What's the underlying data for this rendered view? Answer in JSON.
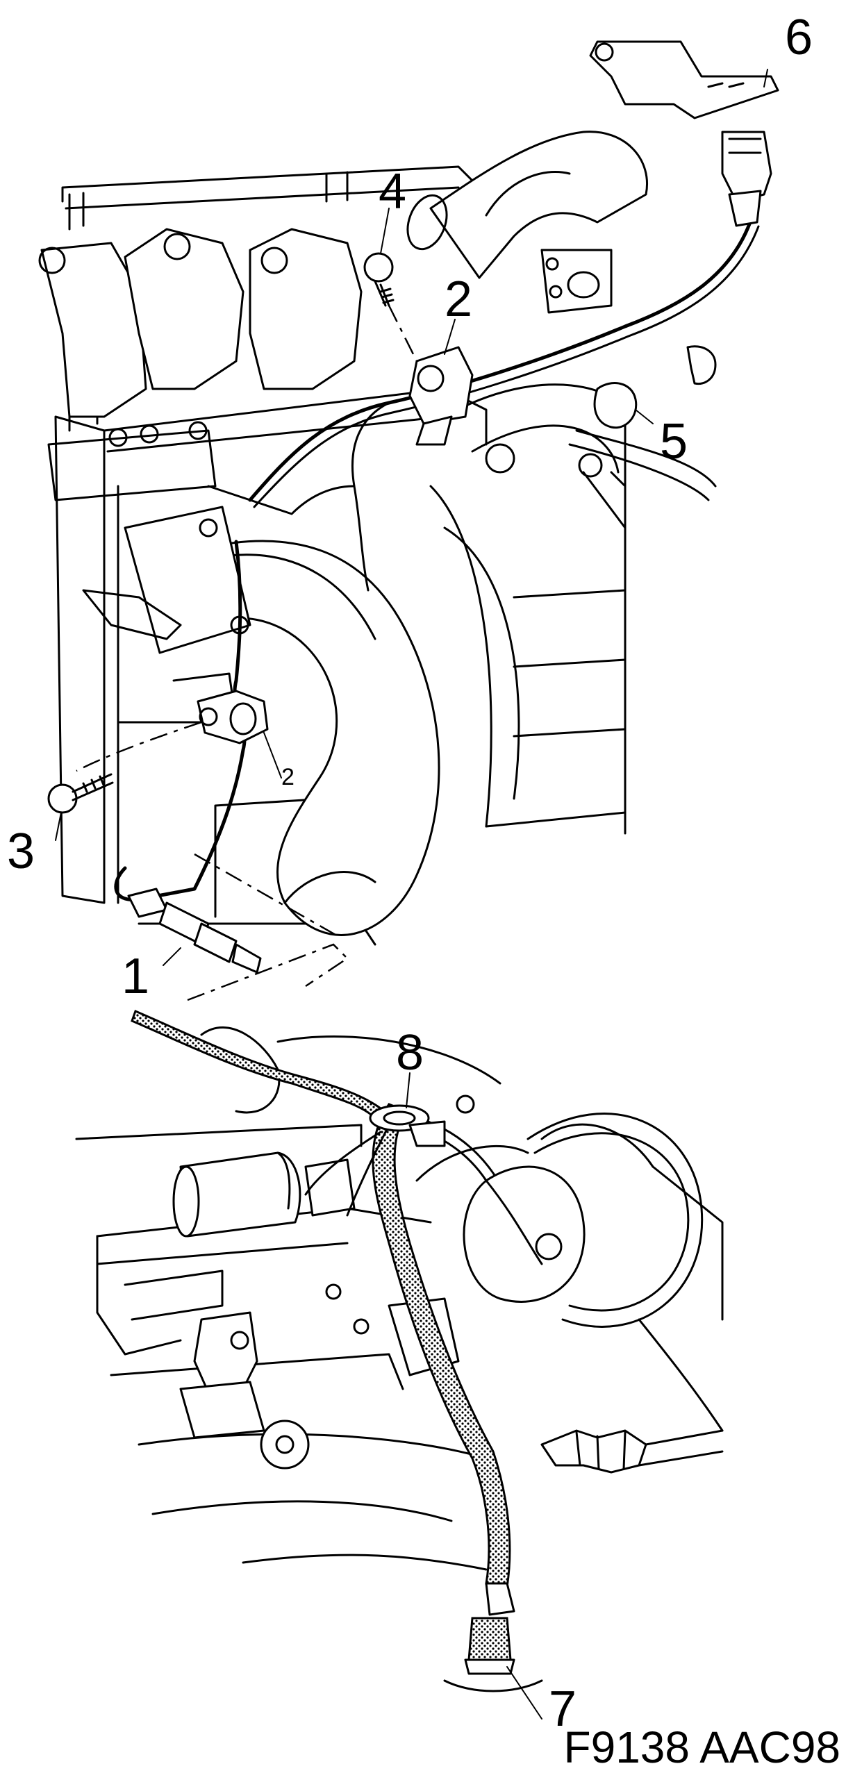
{
  "figure_code": "F9138 AAC98",
  "callouts": {
    "c1": "1",
    "c2_top": "2",
    "c2_small": "2",
    "c3": "3",
    "c4": "4",
    "c5": "5",
    "c6": "6",
    "c7": "7",
    "c8": "8"
  }
}
